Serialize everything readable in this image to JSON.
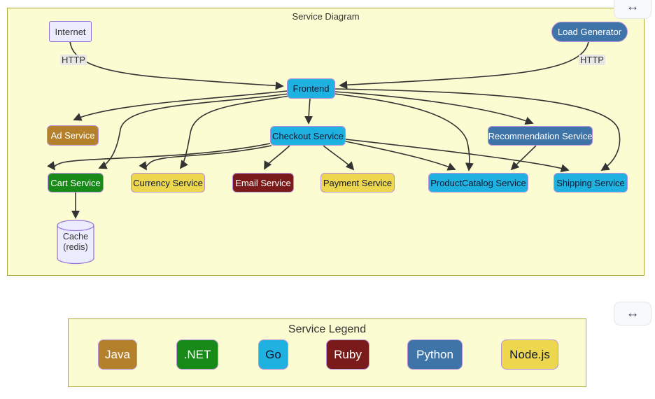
{
  "diagram_panel": {
    "title": "Service Diagram",
    "nodes": {
      "internet": {
        "label": "Internet"
      },
      "load_generator": {
        "label": "Load Generator"
      },
      "frontend": {
        "label": "Frontend"
      },
      "ad_service": {
        "label": "Ad Service"
      },
      "checkout_service": {
        "label": "Checkout Service"
      },
      "recommendation_service": {
        "label": "Recommendation Service"
      },
      "cart_service": {
        "label": "Cart Service"
      },
      "currency_service": {
        "label": "Currency Service"
      },
      "email_service": {
        "label": "Email Service"
      },
      "payment_service": {
        "label": "Payment Service"
      },
      "product_catalog_service": {
        "label": "ProductCatalog Service"
      },
      "shipping_service": {
        "label": "Shipping Service"
      },
      "cache": {
        "line1": "Cache",
        "line2": "(redis)"
      }
    },
    "edge_labels": {
      "internet_http": "HTTP",
      "load_generator_http": "HTTP"
    },
    "edges": [
      {
        "from": "Internet",
        "to": "Frontend",
        "label": "HTTP"
      },
      {
        "from": "Load Generator",
        "to": "Frontend",
        "label": "HTTP"
      },
      {
        "from": "Frontend",
        "to": "Ad Service"
      },
      {
        "from": "Frontend",
        "to": "Checkout Service"
      },
      {
        "from": "Frontend",
        "to": "Recommendation Service"
      },
      {
        "from": "Frontend",
        "to": "Cart Service"
      },
      {
        "from": "Frontend",
        "to": "Currency Service"
      },
      {
        "from": "Frontend",
        "to": "ProductCatalog Service"
      },
      {
        "from": "Frontend",
        "to": "Shipping Service"
      },
      {
        "from": "Checkout Service",
        "to": "Cart Service"
      },
      {
        "from": "Checkout Service",
        "to": "Currency Service"
      },
      {
        "from": "Checkout Service",
        "to": "Email Service"
      },
      {
        "from": "Checkout Service",
        "to": "Payment Service"
      },
      {
        "from": "Checkout Service",
        "to": "ProductCatalog Service"
      },
      {
        "from": "Checkout Service",
        "to": "Shipping Service"
      },
      {
        "from": "Recommendation Service",
        "to": "ProductCatalog Service"
      },
      {
        "from": "Cart Service",
        "to": "Cache (redis)"
      }
    ]
  },
  "legend_panel": {
    "title": "Service Legend",
    "items": [
      {
        "label": "Java",
        "color": "#B5802B",
        "text_color": "#FFFFFF"
      },
      {
        "label": ".NET",
        "color": "#178A17",
        "text_color": "#FFFFFF"
      },
      {
        "label": "Go",
        "color": "#1FB2E0",
        "text_color": "#101830"
      },
      {
        "label": "Ruby",
        "color": "#7A1A1A",
        "text_color": "#FFFFFF"
      },
      {
        "label": "Python",
        "color": "#3E74A8",
        "text_color": "#FFFFFF"
      },
      {
        "label": "Node.js",
        "color": "#EDD74E",
        "text_color": "#101830"
      }
    ]
  },
  "controls": {
    "diagram_resize_icon": "↔",
    "legend_resize_icon": "↔"
  },
  "colors": {
    "panel_background": "#FCFCD2",
    "panel_border": "#A9A93C",
    "edge": "#333333",
    "neutral_node_fill": "#ECECFF",
    "neutral_node_border": "#9370DB",
    "node_border": "#B990DC"
  }
}
